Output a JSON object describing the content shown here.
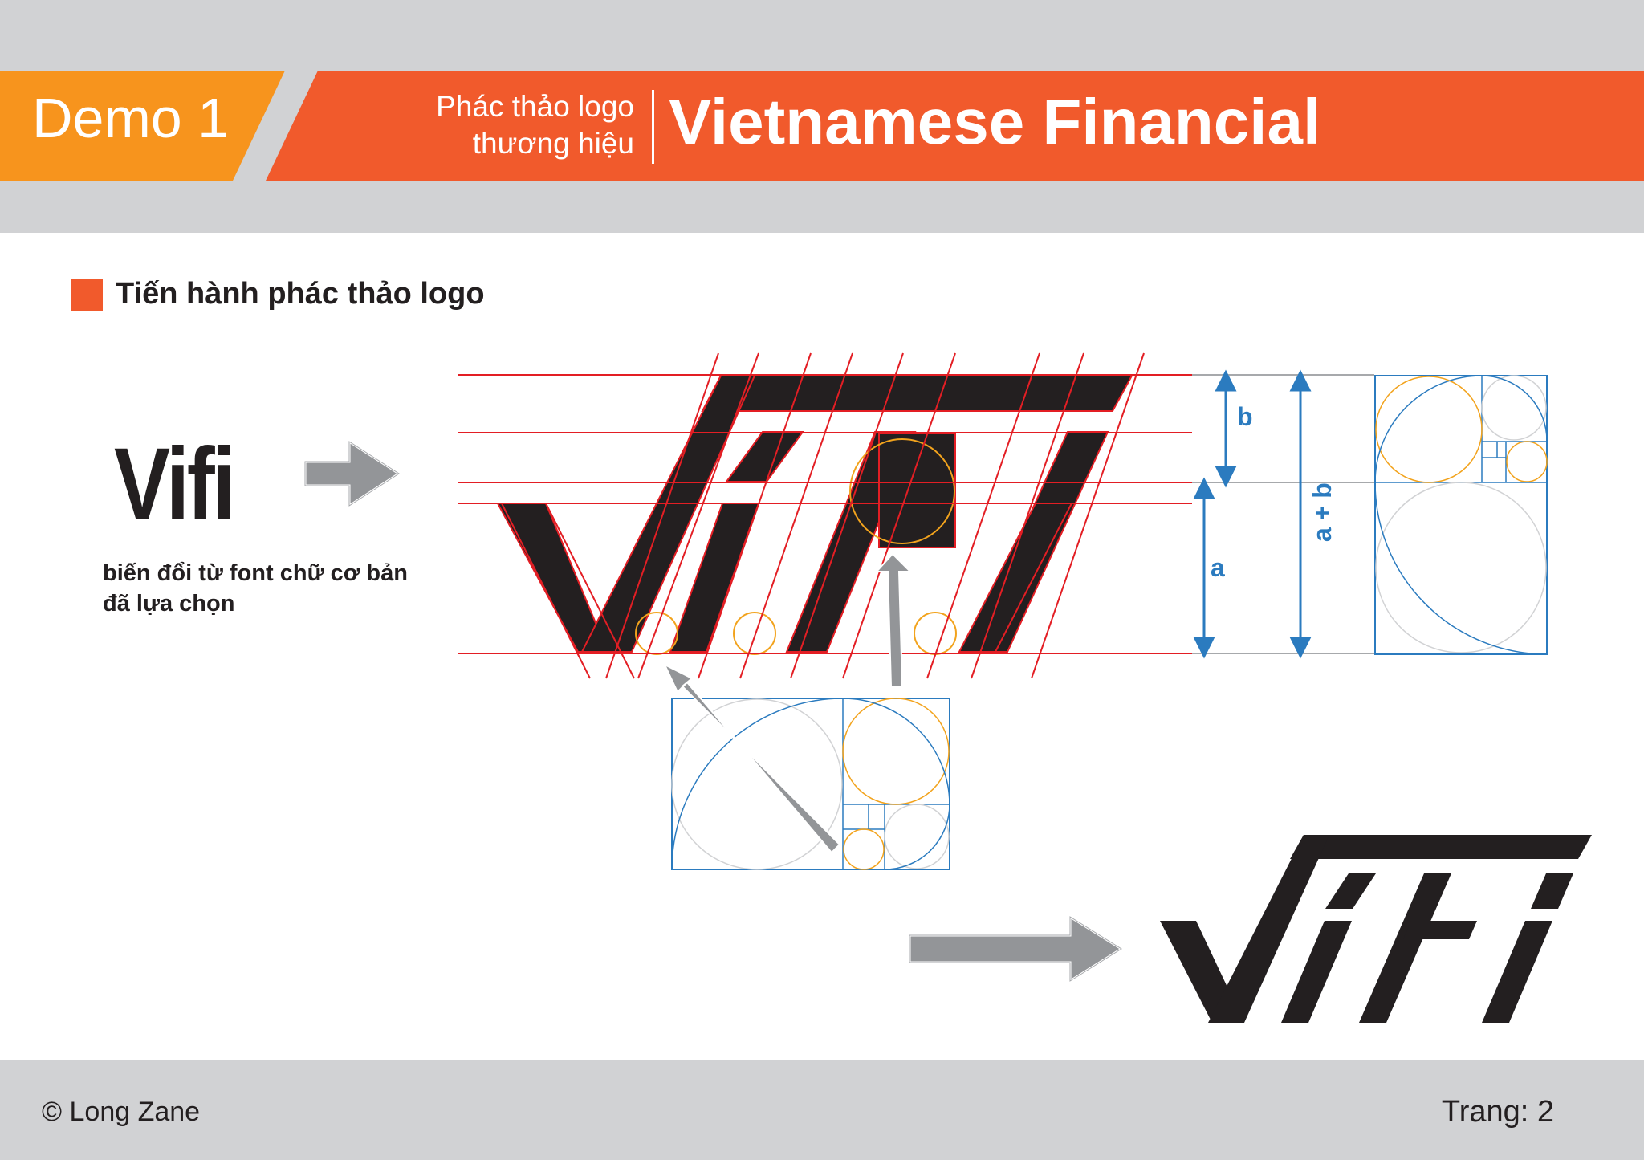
{
  "header": {
    "demo_label": "Demo 1",
    "subtitle_line1": "Phác thảo logo",
    "subtitle_line2": "thương hiệu",
    "title": "Vietnamese Financial"
  },
  "section": {
    "heading": "Tiến hành phác thảo logo"
  },
  "base_font": {
    "wordmark": "Vifi",
    "caption_line1": "biến đổi từ font chữ cơ bản",
    "caption_line2": "đã lựa chọn"
  },
  "proportions": {
    "label_b": "b",
    "label_a": "a",
    "label_ab": "a + b"
  },
  "footer": {
    "copyright": "© Long Zane",
    "page": "Trang: 2"
  },
  "colors": {
    "accent_orange": "#f7941d",
    "accent_red_orange": "#f15a2c",
    "band_gray": "#d1d2d4",
    "ink": "#231f20",
    "guide_red": "#e31e24",
    "golden_blue": "#2b7bbf",
    "golden_orange": "#f2a31d",
    "arrow_gray": "#939598"
  }
}
